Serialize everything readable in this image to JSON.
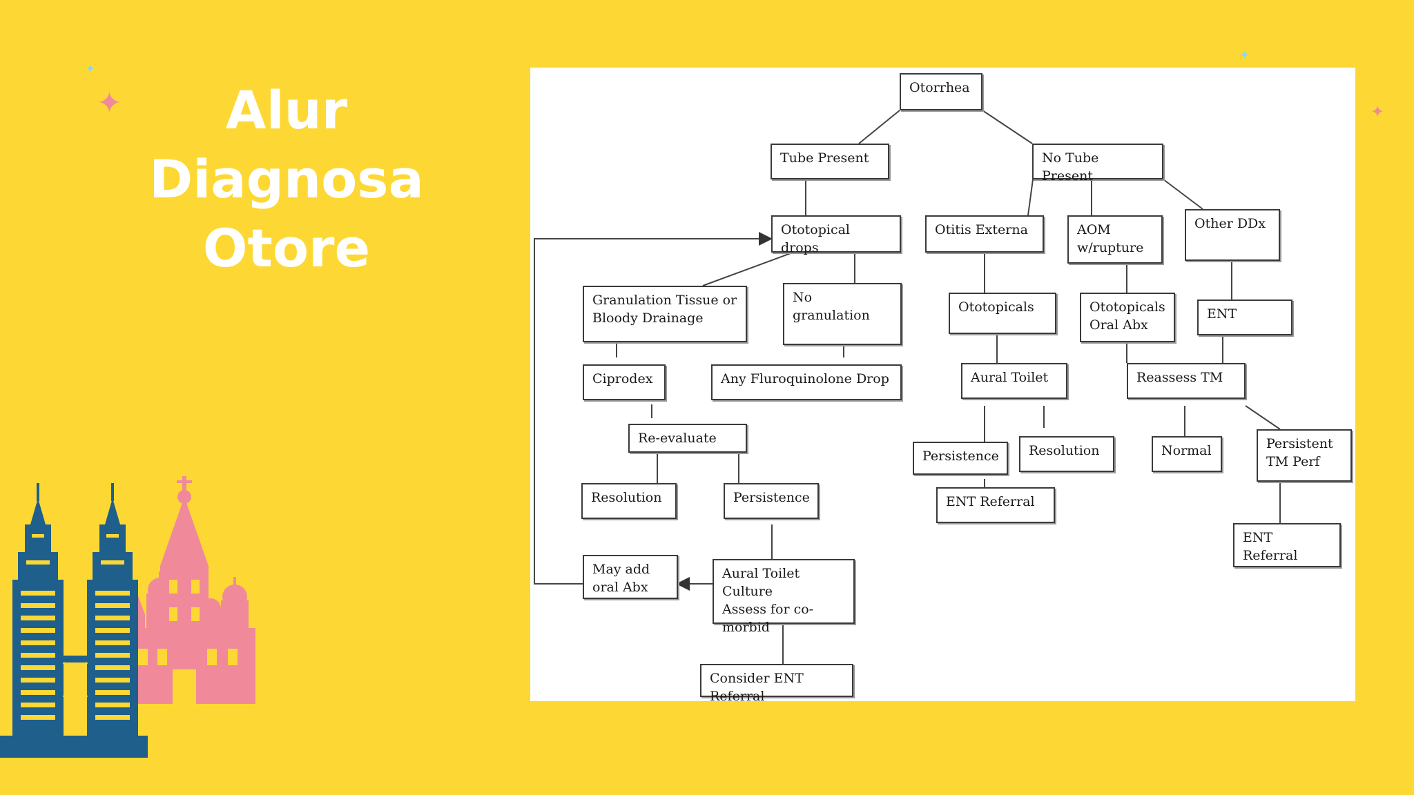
{
  "slide": {
    "title_lines": [
      "Alur",
      "Diagnosa",
      "Otore"
    ],
    "colors": {
      "background": "#fdd835",
      "title": "#ffffff",
      "sparkle_pink": "#f08a9a",
      "sparkle_blue": "#8fd6e8",
      "tower_blue": "#1e5f8c",
      "cathedral_pink": "#f08a9a"
    }
  },
  "flowchart": {
    "nodes": {
      "otorrhea": "Otorrhea",
      "tube_present": "Tube Present",
      "no_tube_present": "No Tube Present",
      "ototopical_drops": "Ototopical drops",
      "otitis_externa": "Otitis Externa",
      "aom_rupture": "AOM\nw/rupture",
      "other_ddx": "Other DDx",
      "granulation": "Granulation Tissue or\nBloody  Drainage",
      "no_granulation": "No granulation",
      "ototopicals": "Ototopicals",
      "ototopicals_oral_abx": "Ototopicals\nOral Abx",
      "ent": "ENT",
      "ciprodex": "Ciprodex",
      "any_fluoroquinolone": "Any Fluroquinolone Drop",
      "aural_toilet_1": "Aural Toilet",
      "reassess_tm": "Reassess TM",
      "re_evaluate": "Re-evaluate",
      "persistence_2": "Persistence",
      "resolution_2": "Resolution",
      "normal": "Normal",
      "persistent_tm_perf": "Persistent\nTM Perf",
      "resolution_1": "Resolution",
      "persistence_1": "Persistence",
      "ent_referral_1": "ENT Referral",
      "ent_referral_2": "ENT Referral",
      "may_add_oral_abx": "May add\noral Abx",
      "aural_toilet_culture": "Aural Toilet\nCulture\nAssess for co-morbid",
      "consider_ent_referral": "Consider ENT Referral"
    }
  }
}
